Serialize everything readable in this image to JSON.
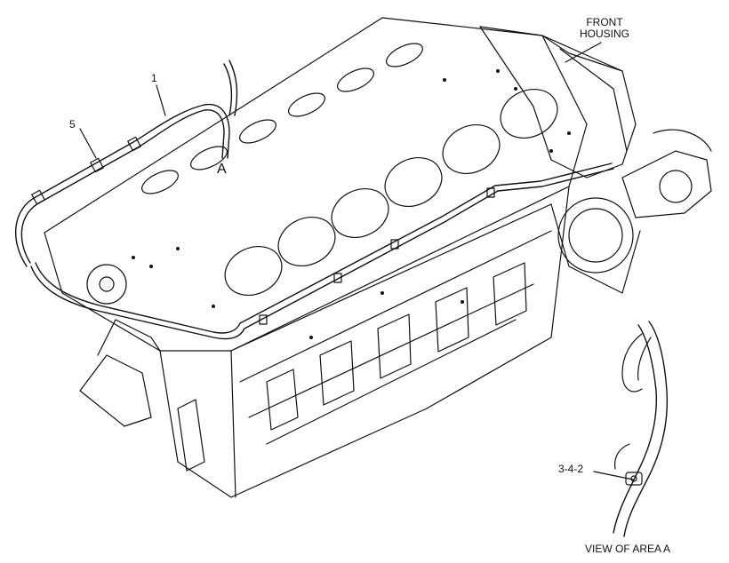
{
  "labels": {
    "front_housing_line1": "FRONT",
    "front_housing_line2": "HOUSING",
    "callout_1": "1",
    "callout_5": "5",
    "area_a": "A",
    "callout_3_4_2": "3-4-2",
    "view_of_area_a": "VIEW OF AREA A"
  },
  "colors": {
    "ink": "#111111",
    "paper": "#ffffff"
  }
}
